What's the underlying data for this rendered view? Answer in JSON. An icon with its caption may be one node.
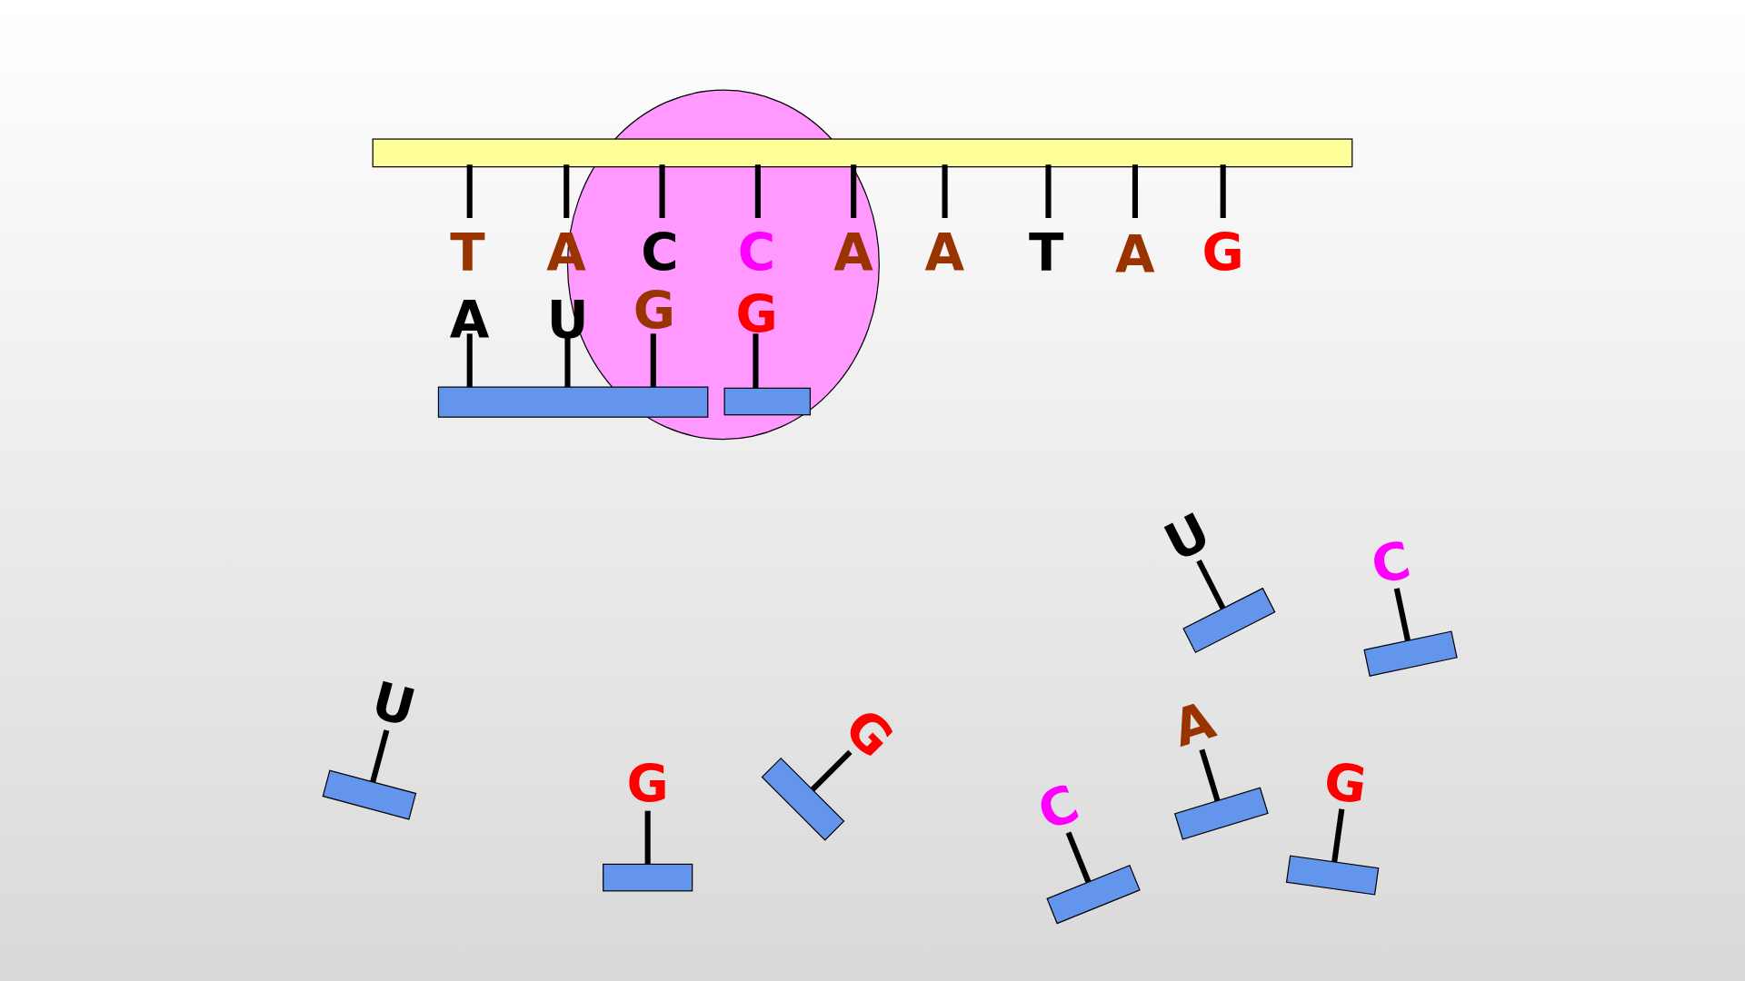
{
  "diagram": {
    "labels": [
      "T",
      "A",
      "C",
      "C",
      "A",
      "A",
      "T",
      "A",
      "G",
      "A",
      "U",
      "G",
      "G",
      "U",
      "C",
      "U",
      "G",
      "G",
      "C",
      "A",
      "G"
    ]
  }
}
